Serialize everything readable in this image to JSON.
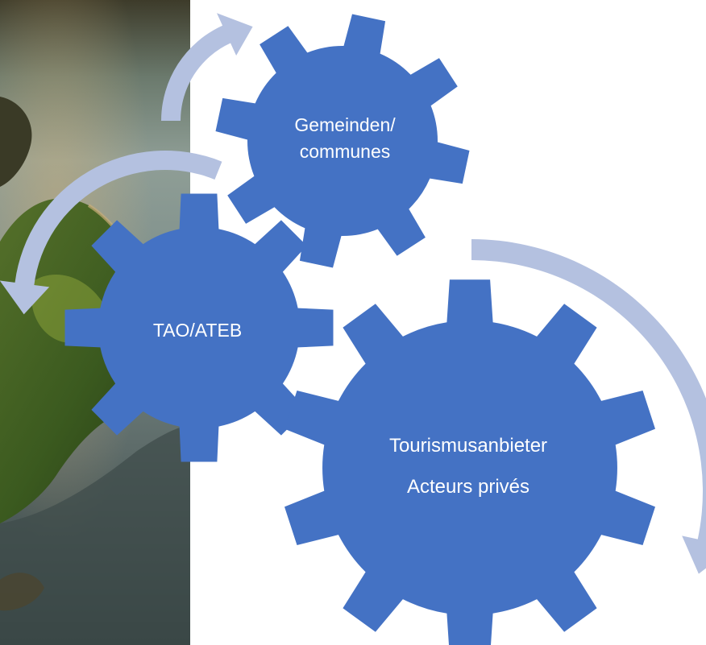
{
  "diagram": {
    "gears": [
      {
        "id": "communes",
        "lines": [
          "Gemeinden/",
          "communes"
        ]
      },
      {
        "id": "tao",
        "lines": [
          "TAO/ATEB"
        ]
      },
      {
        "id": "providers",
        "lines": [
          "Tourismusanbieter",
          "Acteurs privés"
        ]
      }
    ]
  },
  "colors": {
    "gear_fill": "#4472c4",
    "arrow_fill": "#b4c1e0",
    "label_color": "#ffffff",
    "background": "#ffffff"
  },
  "image": {
    "photo_description_icon": "aerial-lake-landscape-photo"
  }
}
